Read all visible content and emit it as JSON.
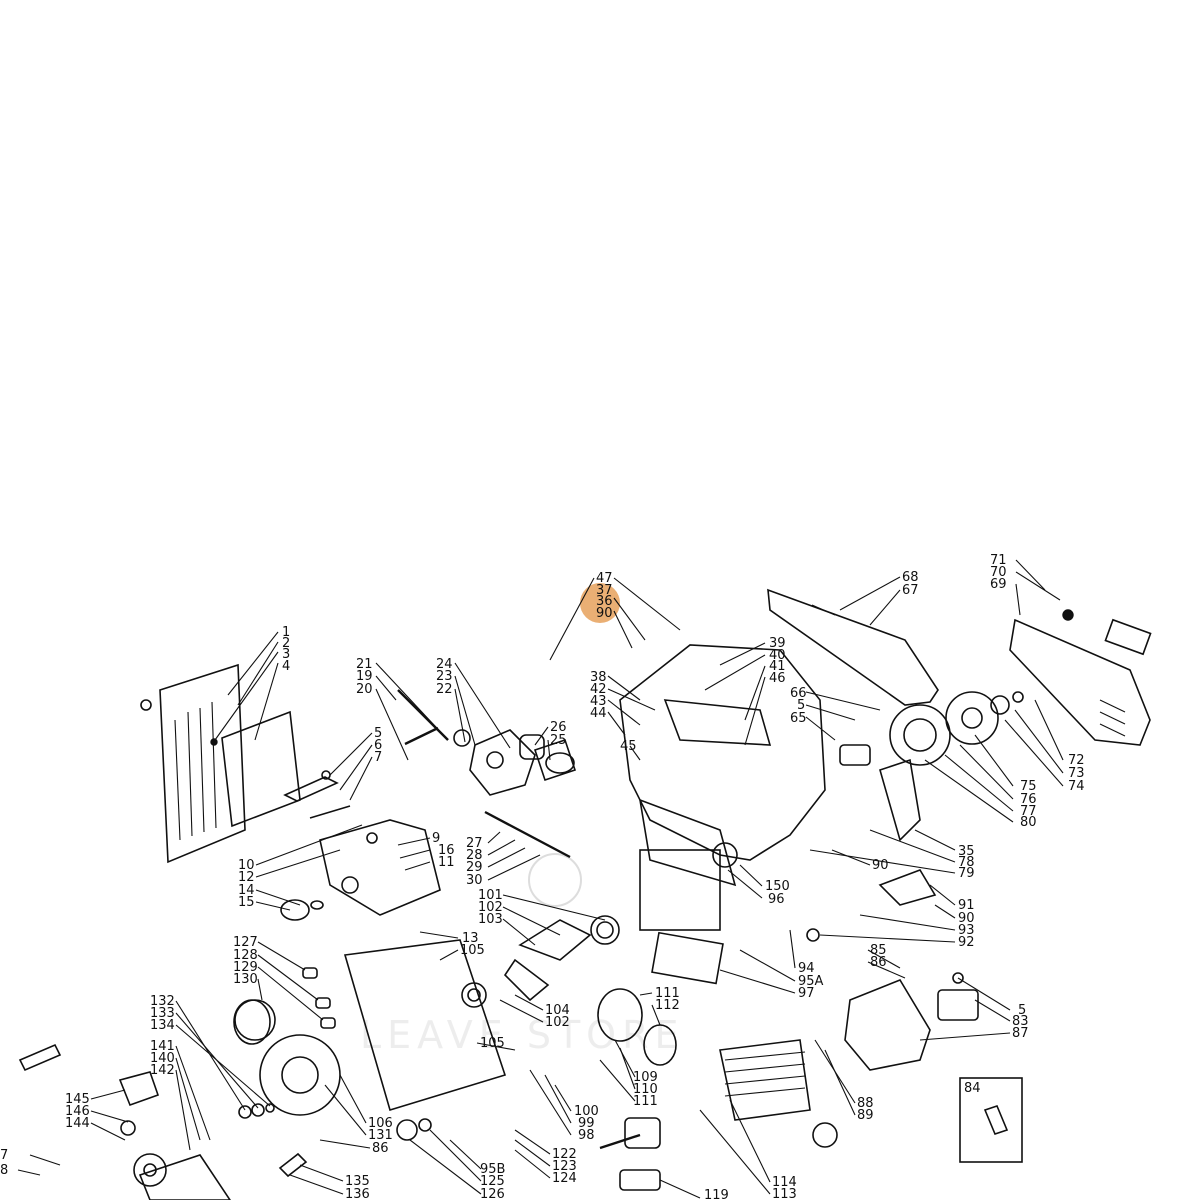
{
  "diagram": {
    "highlight_color": "#e6a15c",
    "highlighted_labels": [
      "37",
      "36"
    ],
    "inset_box_label": "84",
    "labels": {
      "l1": "1",
      "l2": "2",
      "l3": "3",
      "l4": "4",
      "l21": "21",
      "l19": "19",
      "l20": "20",
      "l24": "24",
      "l23": "23",
      "l22": "22",
      "l47": "47",
      "l37": "37",
      "l36": "36",
      "l90a": "90",
      "l38": "38",
      "l42": "42",
      "l43": "43",
      "l44": "44",
      "l39": "39",
      "l40": "40",
      "l41": "41",
      "l46": "46",
      "l68": "68",
      "l67": "67",
      "l71": "71",
      "l70": "70",
      "l69": "69",
      "l66": "66",
      "l5a": "5",
      "l65": "65",
      "l72": "72",
      "l73": "73",
      "l74": "74",
      "l75": "75",
      "l76": "76",
      "l77": "77",
      "l80": "80",
      "l35": "35",
      "l78": "78",
      "l79": "79",
      "l5b": "5",
      "l6": "6",
      "l7": "7",
      "l9": "9",
      "l16": "16",
      "l11": "11",
      "l26": "26",
      "l25": "25",
      "l45": "45",
      "l10": "10",
      "l12": "12",
      "l14": "14",
      "l15": "15",
      "l27": "27",
      "l28": "28",
      "l29": "29",
      "l30": "30",
      "l150": "150",
      "l96": "96",
      "l90b": "90",
      "l91": "91",
      "l90c": "90",
      "l93": "93",
      "l92": "92",
      "l101": "101",
      "l102a": "102",
      "l103": "103",
      "l13": "13",
      "l105a": "105",
      "l127": "127",
      "l128": "128",
      "l129": "129",
      "l130": "130",
      "l94": "94",
      "l95a": "95A",
      "l97": "97",
      "l85": "85",
      "l86a": "86",
      "l5c": "5",
      "l83": "83",
      "l87": "87",
      "l104": "104",
      "l102b": "102",
      "l105b": "105",
      "l111a": "111",
      "l112": "112",
      "l132": "132",
      "l133": "133",
      "l134": "134",
      "l141": "141",
      "l140": "140",
      "l142": "142",
      "l145": "145",
      "l146": "146",
      "l144": "144",
      "l109": "109",
      "l110": "110",
      "l111b": "111",
      "l100": "100",
      "l99": "99",
      "l98": "98",
      "l88": "88",
      "l89": "89",
      "l106": "106",
      "l131": "131",
      "l86b": "86",
      "l95b": "95B",
      "l125": "125",
      "l126": "126",
      "l122": "122",
      "l123": "123",
      "l124": "124",
      "l135": "135",
      "l136": "136",
      "l119": "119",
      "l114": "114",
      "l113": "113",
      "l7b": "7",
      "l8": "8",
      "l84": "84"
    }
  }
}
